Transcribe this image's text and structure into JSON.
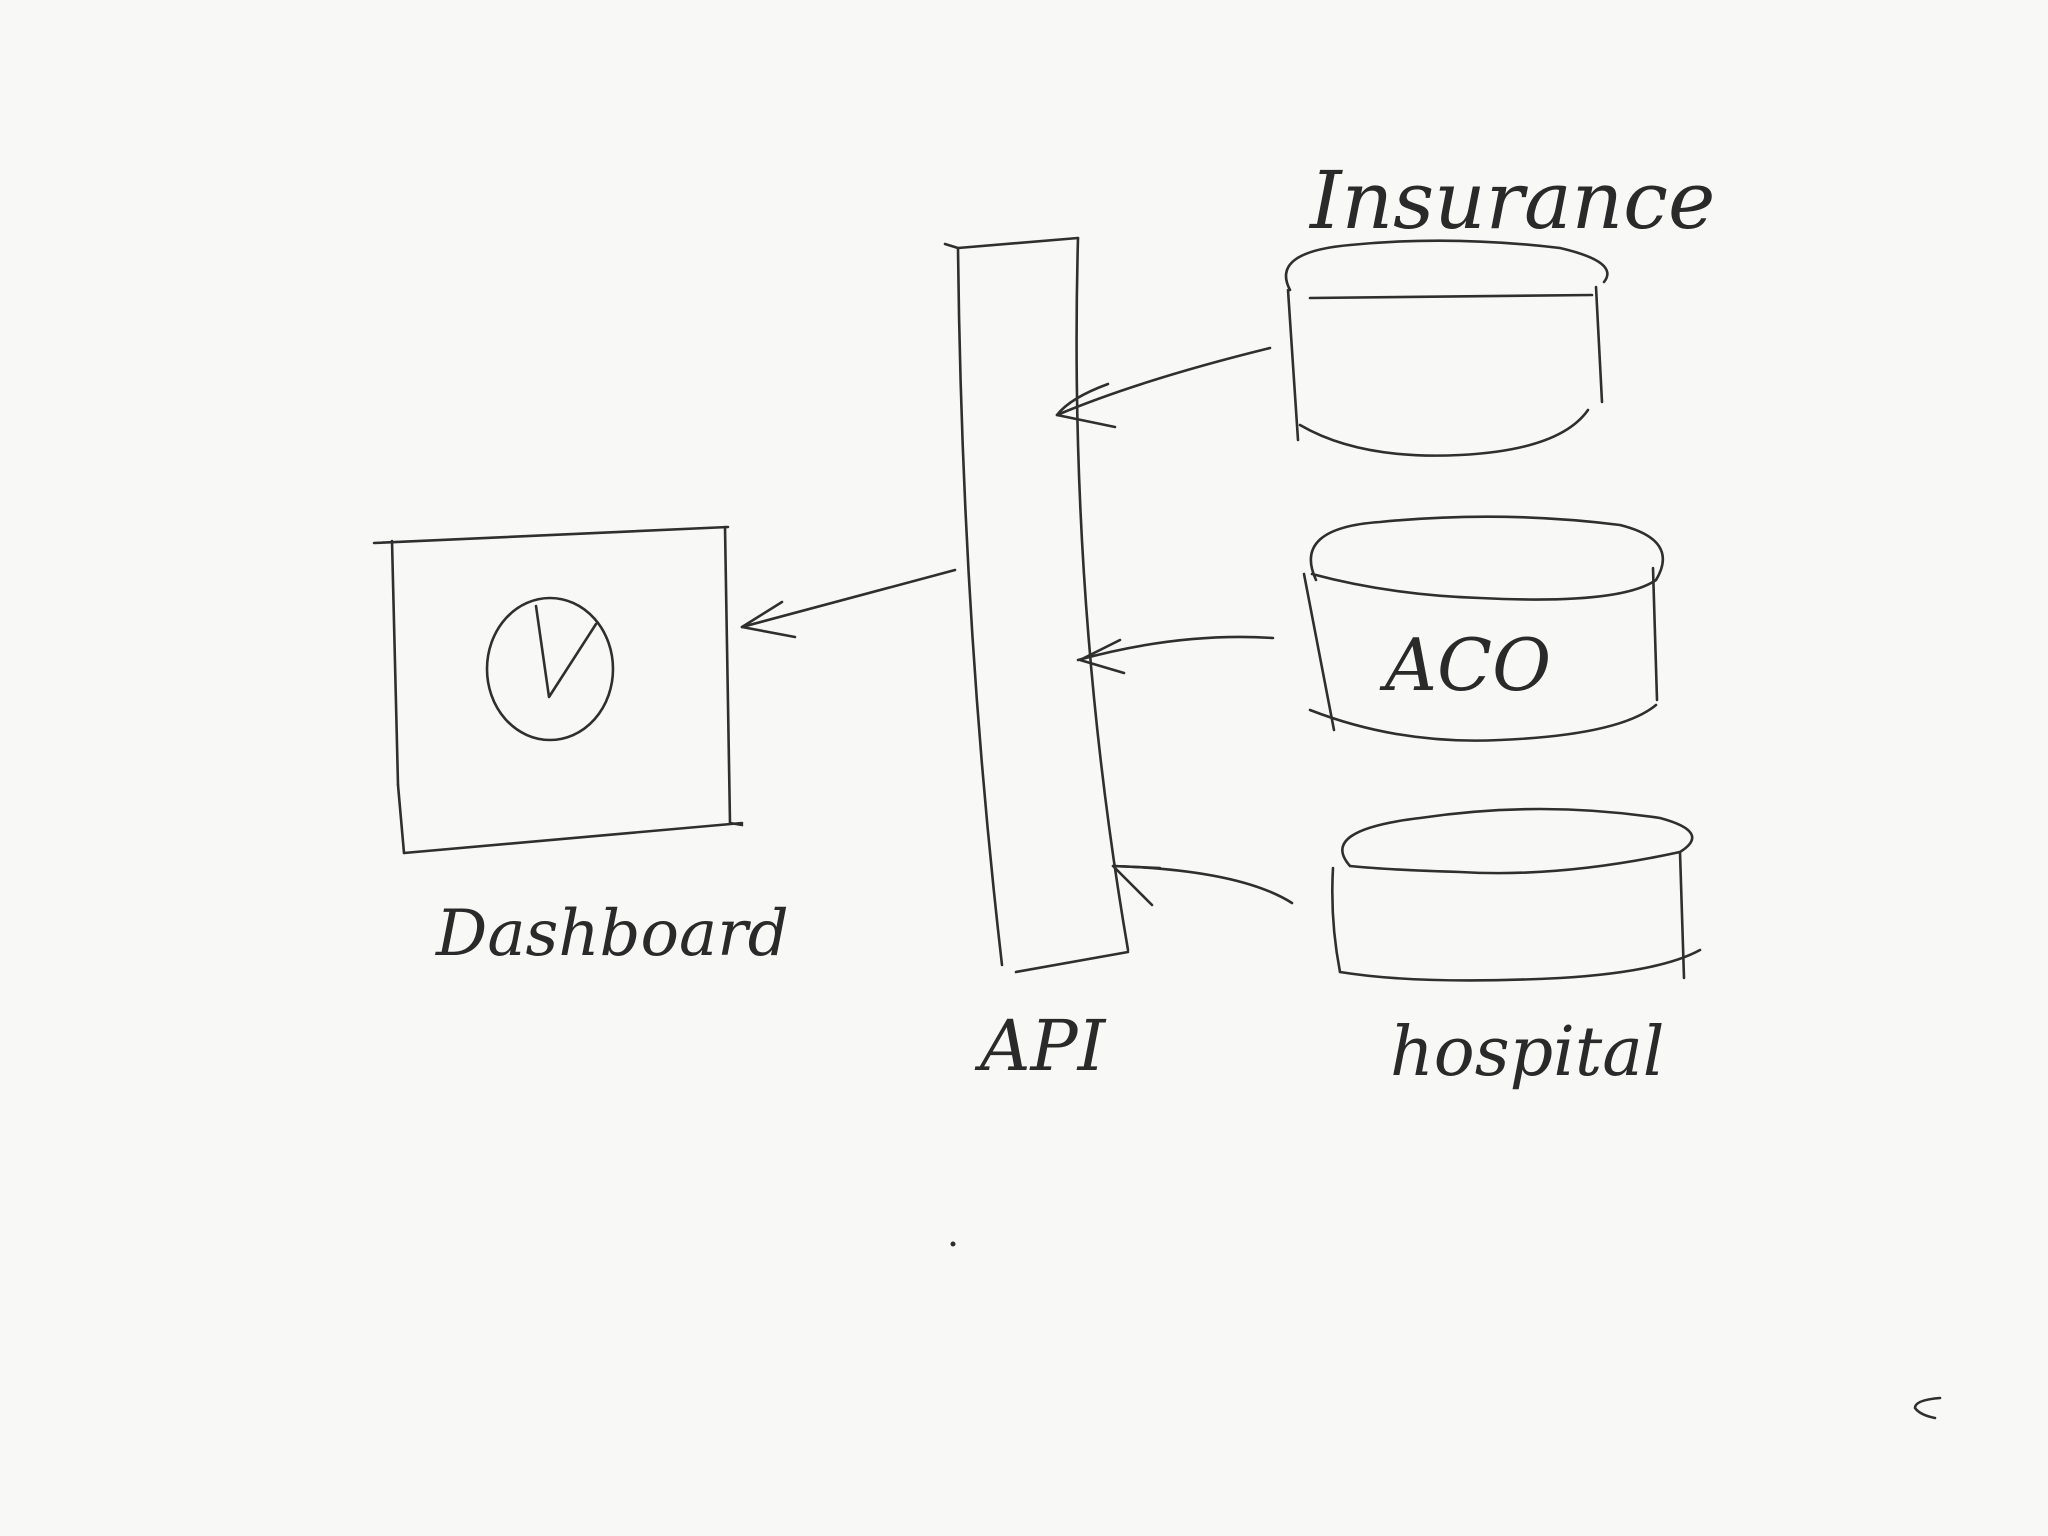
{
  "nodes": {
    "dashboard": {
      "label": "Dashboard",
      "icon": "gauge-icon"
    },
    "api": {
      "label": "API"
    },
    "insurance": {
      "label": "Insurance",
      "icon": "database-icon"
    },
    "aco": {
      "label": "ACO",
      "icon": "database-icon"
    },
    "hospital": {
      "label": "hospital",
      "icon": "database-icon"
    }
  },
  "edges": [
    {
      "from": "insurance",
      "to": "api"
    },
    {
      "from": "aco",
      "to": "api"
    },
    {
      "from": "hospital",
      "to": "api"
    },
    {
      "from": "api",
      "to": "dashboard"
    }
  ],
  "colors": {
    "background": "#f8f8f6",
    "ink": "#2f2f2f"
  }
}
